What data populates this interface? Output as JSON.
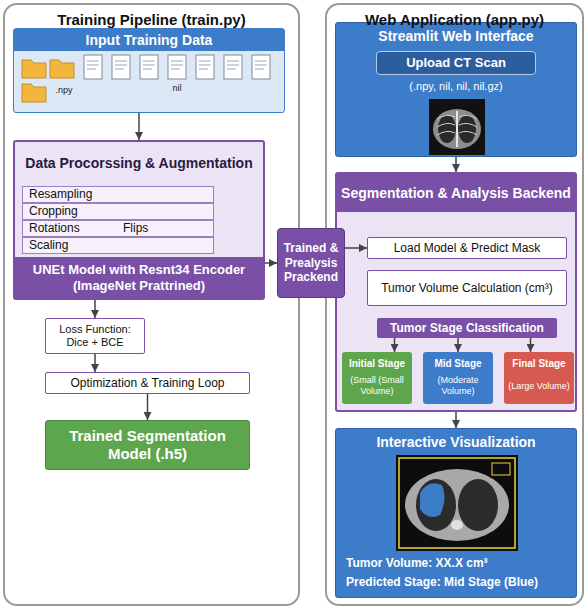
{
  "diagram": {
    "nodes": [
      {
        "text": [
          "Training Pipeline (train.py)"
        ]
      },
      {
        "text": [
          "Input Training Data"
        ],
        "in": 0
      },
      {
        "text": [
          "Data Procorssing & Augmentation",
          "UNEt Model with Resnt34 Encoder (ImageNet Prattrined)"
        ],
        "in": 0
      },
      {
        "text": [
          "Resampling"
        ],
        "in": 2
      },
      {
        "text": [
          "Cropping"
        ],
        "in": 2
      },
      {
        "text": [
          "Rotations",
          "Flips"
        ],
        "in": 2
      },
      {
        "text": [
          "Scaling"
        ],
        "in": 2
      },
      {
        "text": [
          "Loss Function: Dice + BCE"
        ],
        "in": 0
      },
      {
        "text": [
          "Optimization & Training Loop"
        ],
        "in": 0
      },
      {
        "text": [
          "Trained Segmentation Model (.h5)"
        ],
        "in": 0
      },
      {
        "text": [
          "Trained & Prealysis Prackend"
        ]
      },
      {
        "text": [
          "Web Application (app.py)"
        ]
      },
      {
        "text": [
          "Streamlit Web Interface",
          "(.npy, nil, nil, nil.gz)"
        ],
        "in": 11
      },
      {
        "text": [
          "Upload CT Scan"
        ],
        "in": 12
      },
      {
        "text": [
          "Segmentation & Analysis Backend"
        ],
        "in": 11
      },
      {
        "text": [
          "Load Model & Predict Mask"
        ],
        "in": 14
      },
      {
        "text": [
          "Tumor Volume Calculation (cm³)"
        ],
        "in": 14
      },
      {
        "text": [
          "Tumor Stage Classification"
        ],
        "in": 14
      },
      {
        "text": [
          "Initial Stage",
          "(Small (Small Volume)"
        ],
        "in": 14
      },
      {
        "text": [
          "Mid Stage",
          "(Moderate Volume)"
        ],
        "in": 14
      },
      {
        "text": [
          "Final Stage",
          "(Large Volume)"
        ],
        "in": 14
      },
      {
        "text": [
          "Interactive Visualization",
          "Tumor Volume: XX.X cm³",
          "Predicted Stage: Mid Stage (Blue)"
        ],
        "in": 11
      }
    ],
    "edges": [
      {
        "from": 1,
        "to": 2,
        "arrow": "to"
      },
      {
        "from": 2,
        "to": 7,
        "arrow": "to"
      },
      {
        "from": 7,
        "to": 8,
        "arrow": "to"
      },
      {
        "from": 8,
        "to": 9,
        "arrow": "to"
      },
      {
        "from": 2,
        "to": 10,
        "arrow": "to"
      },
      {
        "from": 10,
        "to": 15,
        "arrow": "to"
      },
      {
        "from": 12,
        "to": 14,
        "arrow": "to"
      },
      {
        "from": 17,
        "to": 18,
        "arrow": "to"
      },
      {
        "from": 17,
        "to": 19,
        "arrow": "to"
      },
      {
        "from": 17,
        "to": 20,
        "arrow": "to"
      },
      {
        "from": 14,
        "to": 21,
        "arrow": "to"
      }
    ],
    "labels": [
      ".npy",
      "nil"
    ]
  }
}
